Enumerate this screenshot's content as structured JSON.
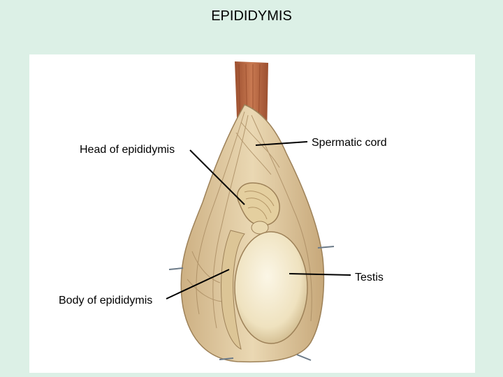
{
  "title": "EPIDIDYMIS",
  "labels": {
    "head": "Head of epididymis",
    "cord": "Spermatic cord",
    "testis": "Testis",
    "body": "Body of epididymis"
  },
  "colors": {
    "background": "#dcf0e6",
    "panel": "#ffffff",
    "muscle": "#b8653f",
    "tunica": "#e7d3ad",
    "testis": "#f3ead0",
    "epididymis": "#e4cf9f"
  }
}
